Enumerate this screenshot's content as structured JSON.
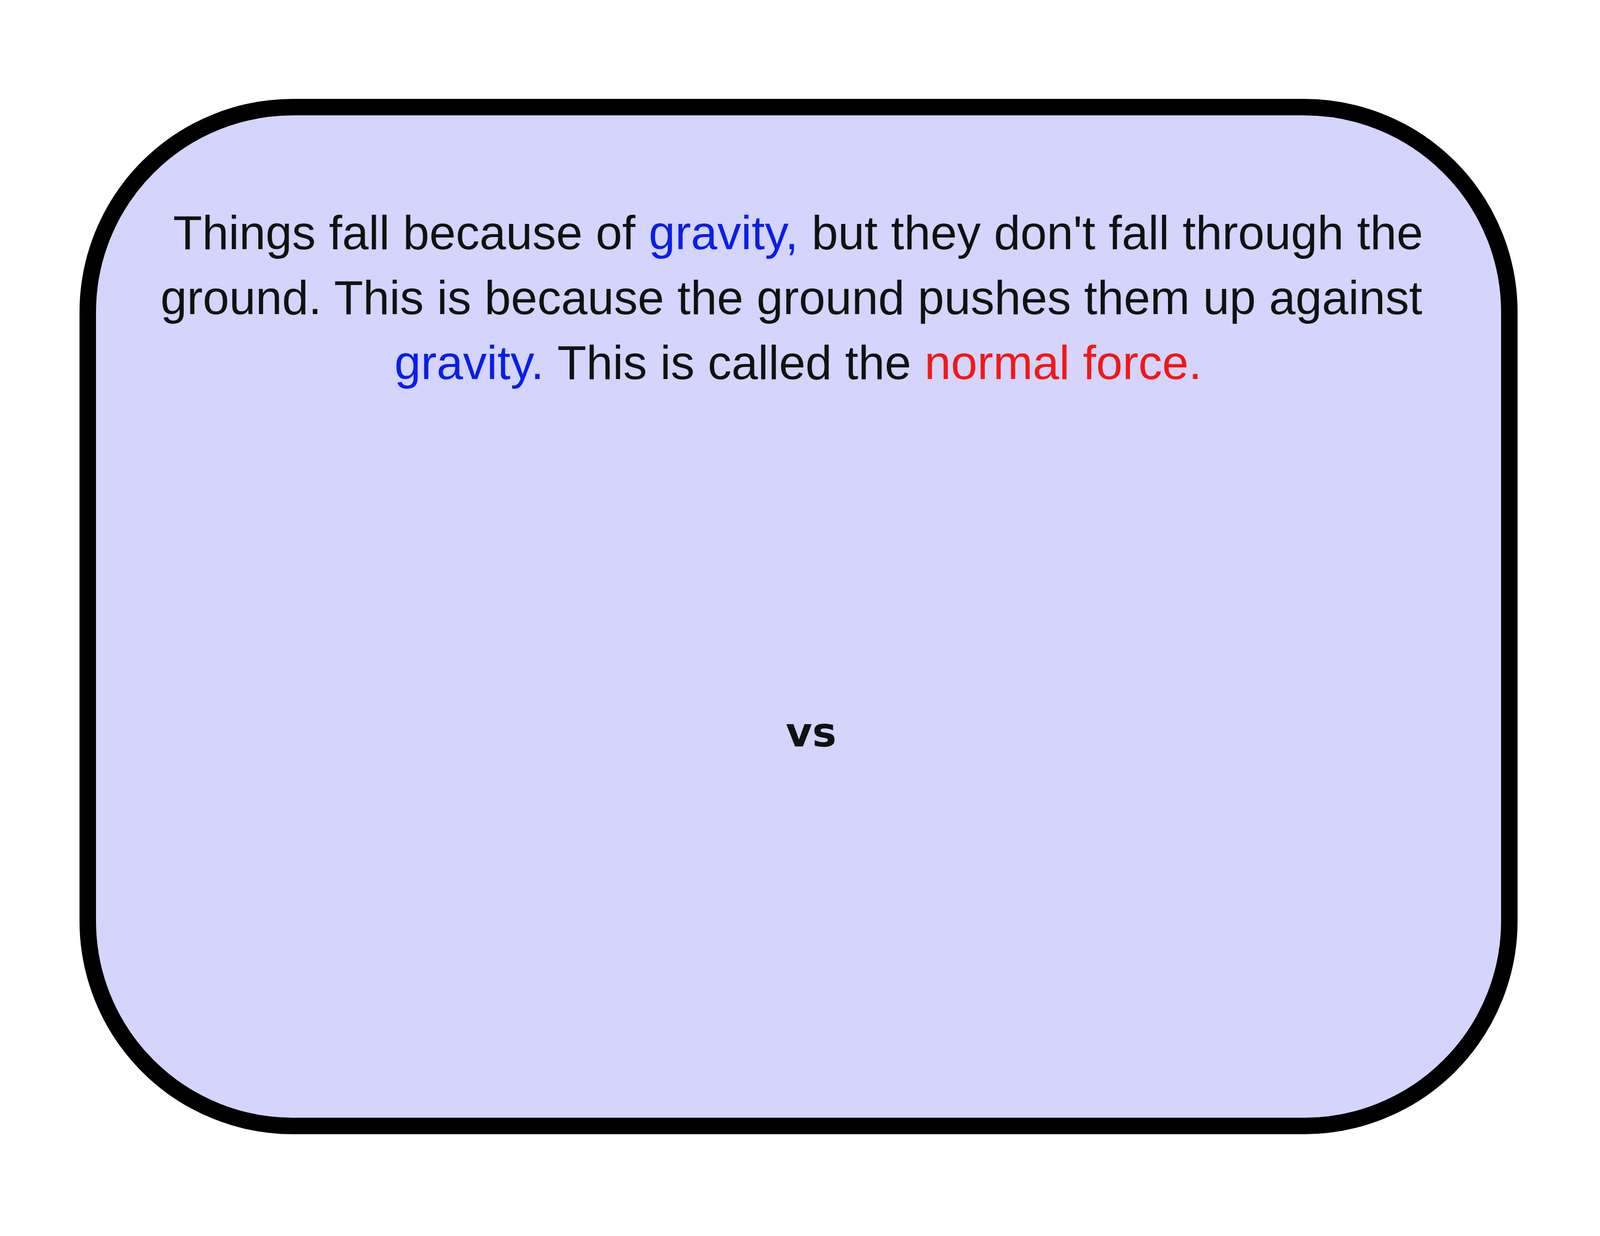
{
  "diagram": {
    "nodes": [
      {
        "text": [
          "Things fall because of",
          "gravity,",
          "but they don't fall through the ground. This is because the ground pushes them up against",
          "gravity.",
          "This is called the",
          "normal force."
        ]
      }
    ],
    "labels": [
      "vs"
    ]
  }
}
